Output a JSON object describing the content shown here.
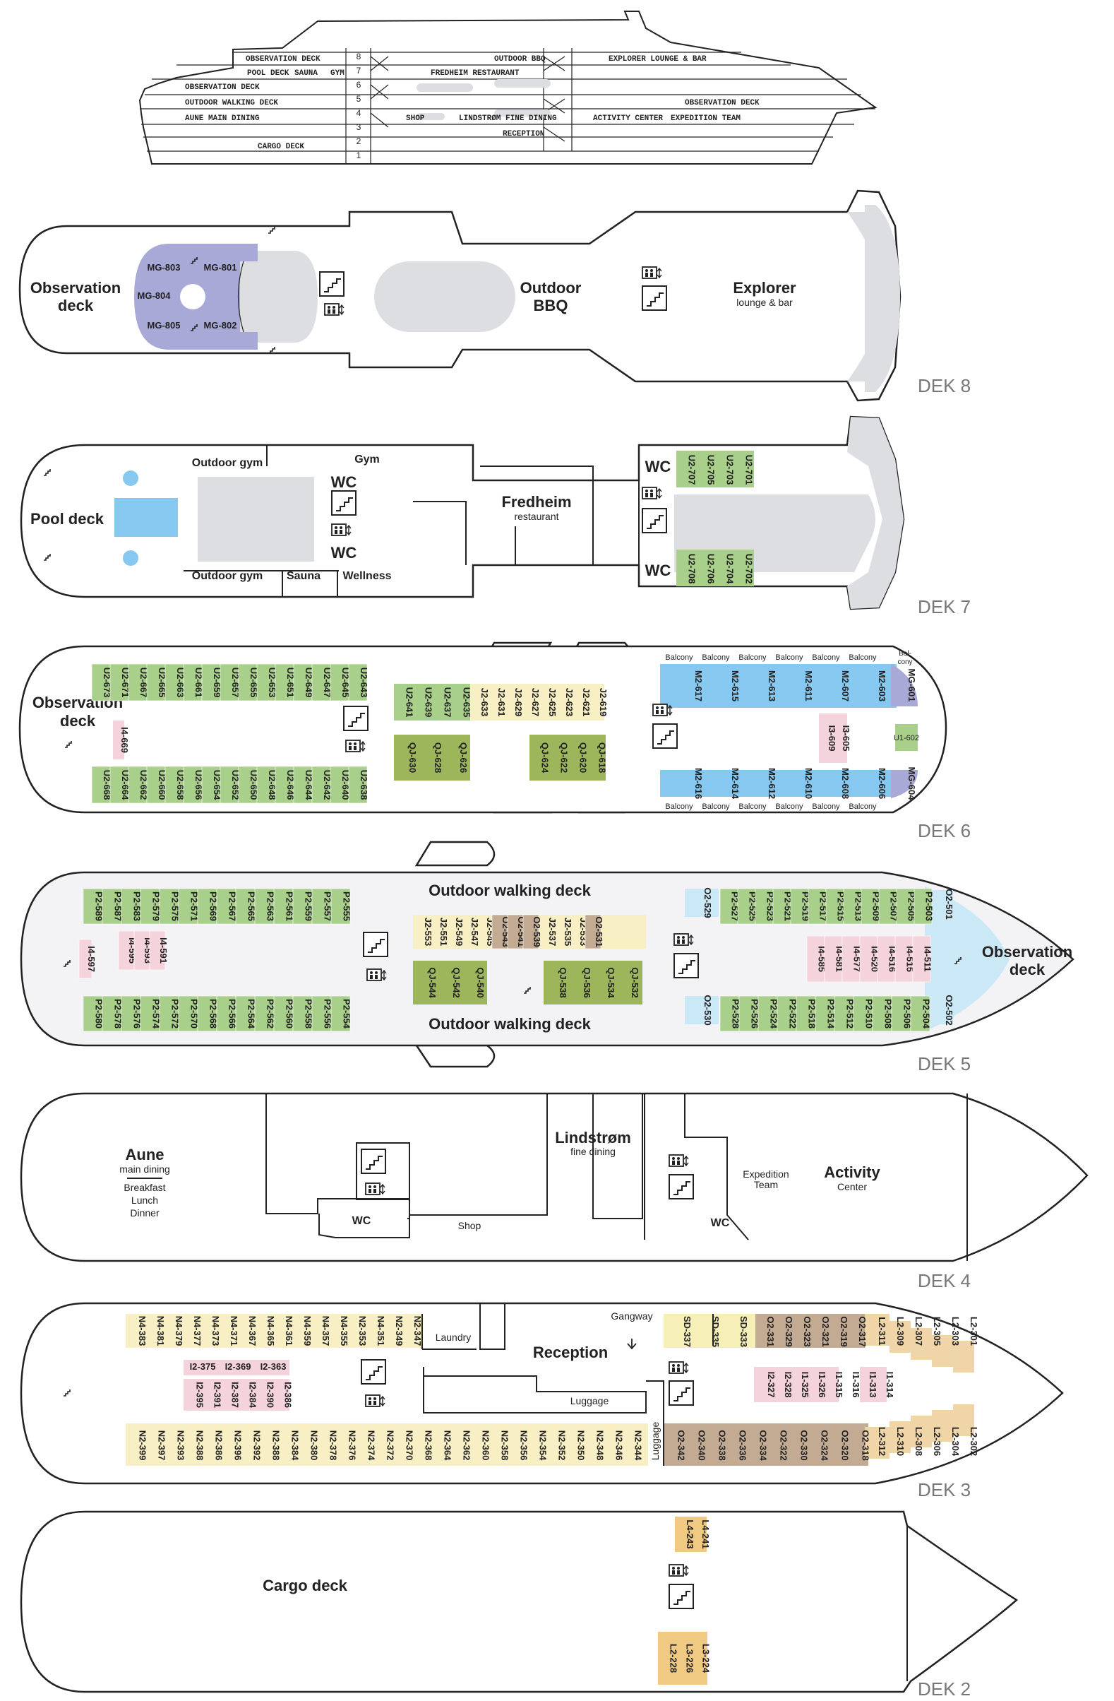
{
  "colors": {
    "purple": "#a8a9d6",
    "green": "#a9d08a",
    "yellow": "#f8efc4",
    "pink": "#f5d3dc",
    "blue": "#86c8f0",
    "olive": "#9db65c",
    "lightblue": "#cbe8f6",
    "taupe": "#c3aa93",
    "tan": "#efd5a8",
    "gold": "#f0c983",
    "grey": "#dcdee1",
    "lightyellow": "#f6efb8"
  },
  "profile": {
    "decks": [
      "8",
      "7",
      "6",
      "5",
      "4",
      "3",
      "2",
      "1"
    ],
    "aft": [
      "OBSERVATION DECK",
      "POOL DECK",
      "SAUNA",
      "GYM",
      "OBSERVATION DECK",
      "OUTDOOR WALKING DECK",
      "AUNE MAIN DINING",
      "CARGO DECK"
    ],
    "mid": [
      "OUTDOOR BBQ",
      "FREDHEIM RESTAURANT",
      "SHOP",
      "LINDSTRØM FINE DINING",
      "RECEPTION"
    ],
    "fwd": [
      "EXPLORER LOUNGE & BAR",
      "OBSERVATION DECK",
      "ACTIVITY CENTER",
      "EXPEDITION TEAM"
    ]
  },
  "deck8": {
    "label": "DEK 8",
    "observation": [
      "Observation",
      "deck"
    ],
    "bbq": [
      "Outdoor",
      "BBQ"
    ],
    "explorer": "Explorer",
    "explorer_sub": "lounge & bar",
    "cabins": [
      "MG-803",
      "MG-801",
      "MG-804",
      "MG-805",
      "MG-802"
    ]
  },
  "deck7": {
    "label": "DEK 7",
    "pool": "Pool deck",
    "gym_top": "Outdoor gym",
    "gym": "Gym",
    "gym_bottom": "Outdoor gym",
    "sauna": "Sauna",
    "wellness": "Wellness",
    "wc1": "WC",
    "wc2": "WC",
    "fredheim": "Fredheim",
    "fredheim_sub": "restaurant",
    "wc3": "WC",
    "wc4": "WC",
    "cabins_top": [
      "U2-707",
      "U2-705",
      "U2-703",
      "U2-701"
    ],
    "cabins_bottom": [
      "U2-708",
      "U2-706",
      "U2-704",
      "U2-702"
    ]
  },
  "deck6": {
    "label": "DEK 6",
    "observation": [
      "Observation",
      "deck"
    ],
    "aft_top": [
      "U2-673",
      "U2-671",
      "U2-667",
      "U2-665",
      "U2-663",
      "U2-661",
      "U2-659",
      "U2-657",
      "U2-655",
      "U2-653",
      "U2-651",
      "U2-649",
      "U2-647",
      "U2-645",
      "U2-643"
    ],
    "aft_bottom": [
      "U2-668",
      "U2-664",
      "U2-662",
      "U2-660",
      "U2-658",
      "U2-656",
      "U2-654",
      "U2-652",
      "U2-650",
      "U2-648",
      "U2-646",
      "U2-644",
      "U2-642",
      "U2-640",
      "U2-638"
    ],
    "single": "I4-669",
    "mid_green": [
      "U2-641",
      "U2-639",
      "U2-637",
      "U2-635"
    ],
    "mid_yellow": [
      "J2-633",
      "J2-631",
      "J2-629",
      "J2-627",
      "J2-625",
      "J2-623",
      "J2-621",
      "J2-619"
    ],
    "olive1": [
      "QJ-630",
      "QJ-628",
      "QJ-626"
    ],
    "olive2": [
      "QJ-624",
      "QJ-622",
      "QJ-620",
      "QJ-618"
    ],
    "blue_top": [
      "M2-617",
      "M2-615",
      "M2-613",
      "M2-611",
      "M2-607",
      "M2-603"
    ],
    "blue_bottom": [
      "M2-616",
      "M2-614",
      "M2-612",
      "M2-610",
      "M2-608",
      "M2-606"
    ],
    "mg_top": "MG-601",
    "mg_bottom": "MG-604",
    "u1": "U1-602",
    "pink": [
      "I3-609",
      "I3-605"
    ],
    "balcony": "Balcony",
    "balcony_end": [
      "Bal-",
      "cony"
    ]
  },
  "deck5": {
    "label": "DEK 5",
    "walk_top": "Outdoor walking deck",
    "walk_bottom": "Outdoor walking deck",
    "observation": [
      "Observation",
      "deck"
    ],
    "aft_top": [
      "P2-589",
      "P2-587",
      "P2-583",
      "P2-579",
      "P2-575",
      "P2-571",
      "P2-569",
      "P2-567",
      "P2-565",
      "P2-563",
      "P2-561",
      "P2-559",
      "P2-557",
      "P2-555"
    ],
    "aft_bottom": [
      "P2-580",
      "P2-578",
      "P2-576",
      "P2-574",
      "P2-572",
      "P2-570",
      "P2-568",
      "P2-566",
      "P2-564",
      "P2-562",
      "P2-560",
      "P2-558",
      "P2-556",
      "P2-554"
    ],
    "pink_aft": [
      "I4-597",
      "I4-595",
      "I4-593",
      "I4-591"
    ],
    "mid_yellow": [
      "J2-553",
      "J2-551",
      "J2-549",
      "J2-547",
      "J2-545"
    ],
    "mid_taupe": [
      "O2-543",
      "O2-541",
      "O2-539"
    ],
    "mid_yellow2": [
      "J2-537",
      "J2-535",
      "J2-533"
    ],
    "mid_taupe2": [
      "O2-531"
    ],
    "olive1": [
      "QJ-544",
      "QJ-542",
      "QJ-540"
    ],
    "olive2": [
      "QJ-538",
      "QJ-536",
      "QJ-534",
      "QJ-532"
    ],
    "fwd_top": [
      "P2-527",
      "P2-525",
      "P2-523",
      "P2-521",
      "P2-519",
      "P2-517",
      "P2-515",
      "P2-513",
      "P2-509",
      "P2-507",
      "P2-505",
      "P2-503"
    ],
    "fwd_bottom": [
      "P2-528",
      "P2-526",
      "P2-524",
      "P2-522",
      "P2-518",
      "P2-514",
      "P2-512",
      "P2-510",
      "P2-508",
      "P2-506",
      "P2-504"
    ],
    "lb_top": [
      "O2-529",
      "O2-501"
    ],
    "lb_bottom": [
      "O2-530",
      "O2-502"
    ],
    "pink_fwd": [
      "I4-585",
      "I4-581",
      "I4-577",
      "I4-520",
      "I4-516",
      "I4-515",
      "I4-511"
    ]
  },
  "deck4": {
    "label": "DEK 4",
    "aune": "Aune",
    "aune_sub": "main dining",
    "meals": [
      "Breakfast",
      "Lunch",
      "Dinner"
    ],
    "wc1": "WC",
    "shop": "Shop",
    "lind": "Lindstrøm",
    "lind_sub": "fine dining",
    "exp": [
      "Expedition",
      "Team"
    ],
    "act": "Activity",
    "act_sub": "Center",
    "wc2": "WC"
  },
  "deck3": {
    "label": "DEK 3",
    "laundry": "Laundry",
    "reception": "Reception",
    "gangway": "Gangway",
    "luggage": "Luggage",
    "luggage_v": "Luggage",
    "aft_top": [
      "N4-383",
      "N4-381",
      "N4-379",
      "N4-377",
      "N4-373",
      "N4-371",
      "N4-367",
      "N4-365",
      "N4-361",
      "N4-359",
      "N4-357",
      "N4-355",
      "N2-353",
      "N4-351",
      "N2-349",
      "N2-347"
    ],
    "pink1": [
      "I2-375",
      "I2-369",
      "I2-363"
    ],
    "pink2": [
      "I2-395",
      "I2-391",
      "I2-387",
      "I2-384",
      "I2-390",
      "I2-386"
    ],
    "aft_bottom": [
      "N2-399",
      "N2-397",
      "N2-393",
      "N2-388",
      "N2-386",
      "N2-396",
      "N2-392",
      "N2-388",
      "N2-384",
      "N2-380",
      "N2-378",
      "N2-376",
      "N2-374",
      "N2-372",
      "N2-370",
      "N2-368",
      "N2-364",
      "N2-362",
      "N2-360",
      "N2-358",
      "N2-356",
      "N2-354",
      "N2-352",
      "N2-350",
      "N2-348",
      "N2-346",
      "N2-344"
    ],
    "ly_top": [
      "SD-337",
      "SD-335",
      "SD-333"
    ],
    "taupe_top": [
      "O2-331",
      "O2-329",
      "O2-323",
      "O2-321",
      "O2-319",
      "O2-317"
    ],
    "pink3": [
      "I2-327",
      "I2-328",
      "I1-325",
      "I1-326",
      "I1-315",
      "I1-316",
      "I1-313",
      "I1-314"
    ],
    "taupe_bottom": [
      "O2-342",
      "O2-340",
      "O2-338",
      "O2-336",
      "O2-334",
      "O2-322",
      "O2-330",
      "O2-324",
      "O2-320",
      "O2-318"
    ],
    "tan_top": [
      "L2-311",
      "L2-309",
      "L2-307",
      "L2-305",
      "L2-303",
      "L2-301"
    ],
    "tan_bottom": [
      "L2-312",
      "L2-310",
      "L2-308",
      "L2-306",
      "L2-304",
      "L2-302"
    ]
  },
  "deck2": {
    "label": "DEK 2",
    "cargo": "Cargo deck",
    "top": [
      "L4-243",
      "L4-241"
    ],
    "bottom": [
      "L2-228",
      "L3-226",
      "L3-224"
    ]
  }
}
